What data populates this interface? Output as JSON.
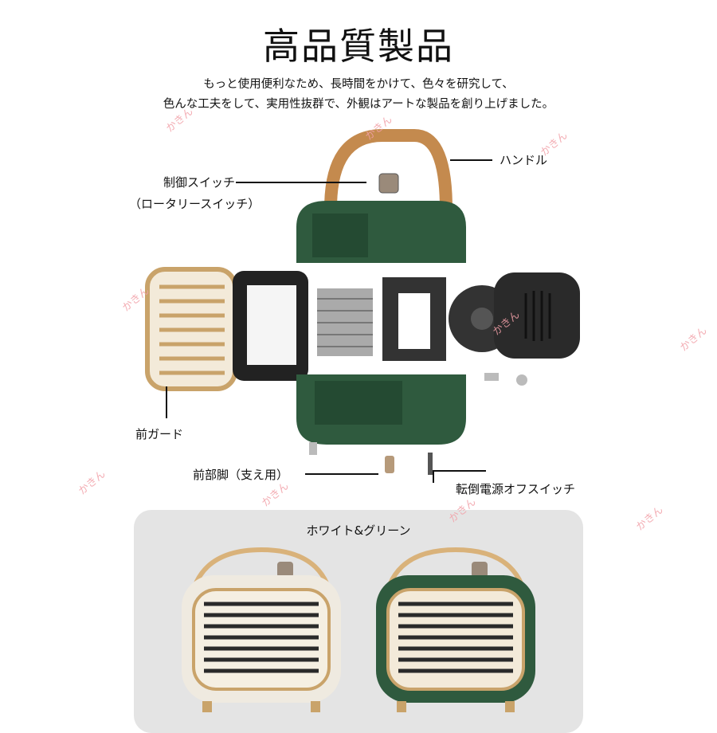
{
  "title": "高品質製品",
  "description": [
    "もっと使用便利なため、長時間をかけて、色々を研究して、",
    "色んな工夫をして、実用性抜群で、外観はアートな製品を創り上げました。"
  ],
  "labels": {
    "handle": "ハンドル",
    "control_switch": "制御スイッチ",
    "rotary_switch": "（ロータリースイッチ）",
    "front_guard": "前ガード",
    "front_legs": "前部脚（支え用）",
    "tip_over_switch": "転倒電源オフスイッチ"
  },
  "color_panel": {
    "title": "ホワイト&グリーン"
  },
  "watermark": "かきん",
  "colors": {
    "green": "#2f5a3e",
    "white_body": "#efeae0",
    "gold": "#c9a36a",
    "leather": "#c48a4e",
    "watermark": "#f2a0a8"
  }
}
